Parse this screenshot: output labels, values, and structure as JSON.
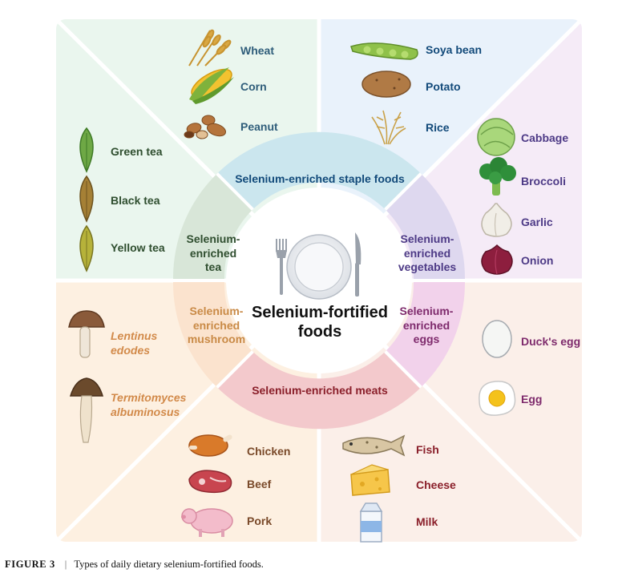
{
  "center": {
    "title_line1": "Selenium-fortified",
    "title_line2": "foods"
  },
  "categories": {
    "staple": {
      "label": "Selenium-enriched staple foods",
      "color": "#124a7a",
      "items": [
        "Wheat",
        "Corn",
        "Peanut",
        "Soya bean",
        "Potato",
        "Rice"
      ]
    },
    "vegetables": {
      "label_lines": [
        "Selenium-",
        "enriched",
        "vegetables"
      ],
      "color": "#4d3a86",
      "items": [
        "Cabbage",
        "Broccoli",
        "Garlic",
        "Onion"
      ]
    },
    "eggs": {
      "label_lines": [
        "Selenium-",
        "enriched",
        "eggs"
      ],
      "color": "#7e2a6c",
      "items": [
        "Duck's egg",
        "Egg"
      ]
    },
    "meats": {
      "label": "Selenium-enriched meats",
      "color": "#8a1f2a",
      "items": [
        "Chicken",
        "Beef",
        "Pork",
        "Fish",
        "Cheese",
        "Milk"
      ]
    },
    "mushroom": {
      "label_lines": [
        "Selenium-",
        "enriched",
        "mushroom"
      ],
      "color": "#c98a46",
      "items": [
        [
          "Lentinus",
          "edodes"
        ],
        [
          "Termitomyces",
          "albuminosus"
        ]
      ]
    },
    "tea": {
      "label_lines": [
        "Selenium-",
        "enriched",
        "tea"
      ],
      "color": "#2f4e2f",
      "items": [
        "Green tea",
        "Black tea",
        "Yellow tea"
      ]
    }
  },
  "caption": {
    "label": "FIGURE 3",
    "separator": "|",
    "text": "Types of daily dietary selenium-fortified foods."
  },
  "colors": {
    "bg_tl": "#eaf6ee",
    "bg_tr": "#e9f2fb",
    "bg_r": "#f6eaf6",
    "bg_b": "#fbefe9",
    "bg_l": "#fdf0e1"
  }
}
